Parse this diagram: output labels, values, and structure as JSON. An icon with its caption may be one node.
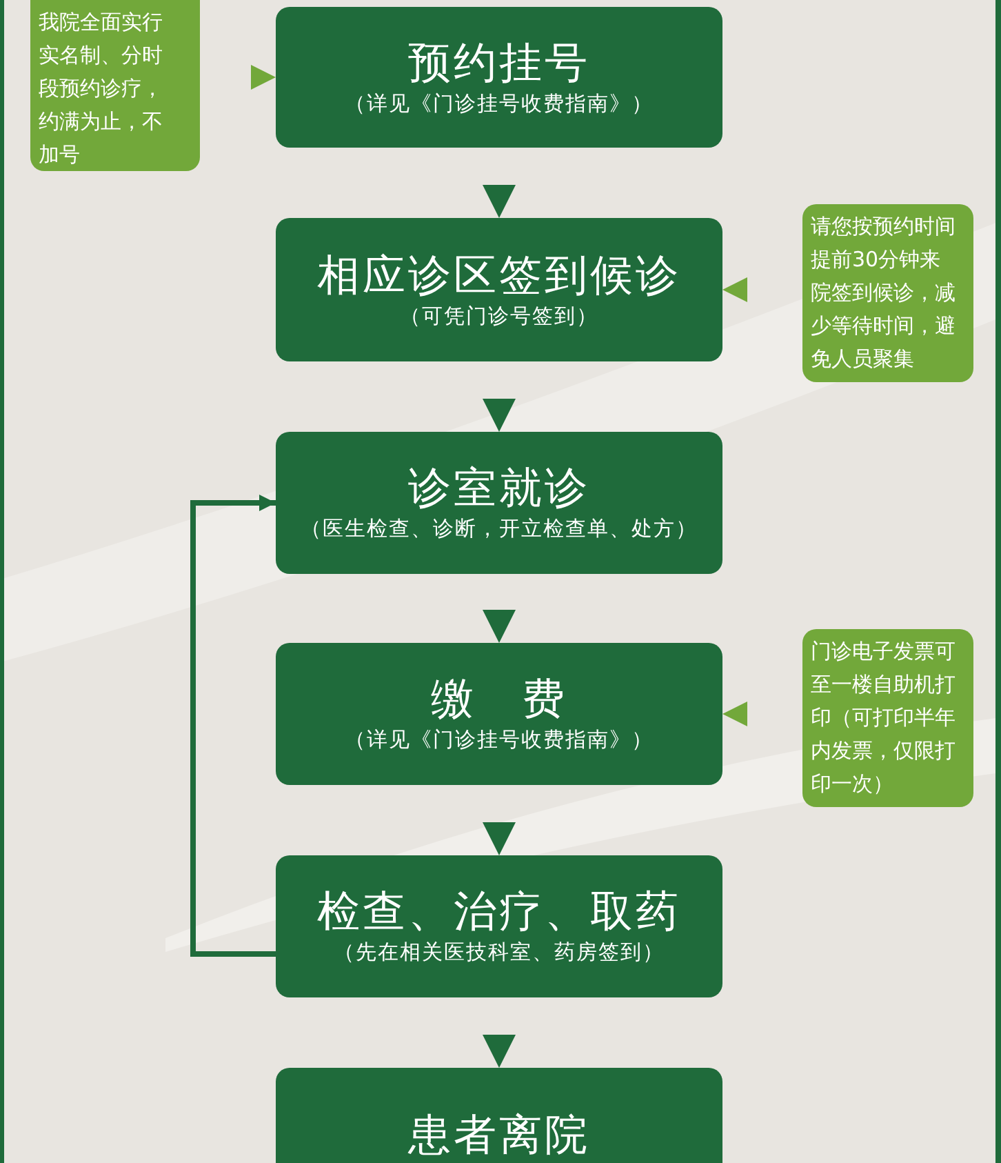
{
  "diagram": {
    "nodes": [
      {
        "text": [
          "我院全面实行实名制、分时段预约诊疗，约满为止，不加号"
        ]
      },
      {
        "text": [
          "预约挂号",
          "（详见《门诊挂号收费指南》）"
        ]
      },
      {
        "text": [
          "相应诊区签到候诊",
          "（可凭门诊号签到）"
        ]
      },
      {
        "text": [
          "请您按预约时间提前30分钟来院签到候诊，减少等待时间，避免人员聚集"
        ]
      },
      {
        "text": [
          "诊室就诊",
          "（医生检查、诊断，开立检查单、处方）"
        ]
      },
      {
        "text": [
          "缴　费",
          "（详见《门诊挂号收费指南》）"
        ]
      },
      {
        "text": [
          "门诊电子发票可至一楼自助机打印（可打印半年内发票，仅限打印一次）"
        ]
      },
      {
        "text": [
          "检查、治疗、取药",
          "（先在相关医技科室、药房签到）"
        ]
      },
      {
        "text": [
          "患者离院"
        ]
      }
    ],
    "edges": [
      {
        "from": 0,
        "to": 1,
        "arrow": "to"
      },
      {
        "from": 1,
        "to": 2,
        "arrow": "to"
      },
      {
        "from": 3,
        "to": 2,
        "arrow": "to"
      },
      {
        "from": 2,
        "to": 4,
        "arrow": "to"
      },
      {
        "from": 4,
        "to": 5,
        "arrow": "to"
      },
      {
        "from": 6,
        "to": 5,
        "arrow": "to"
      },
      {
        "from": 5,
        "to": 7,
        "arrow": "to"
      },
      {
        "from": 7,
        "to": 8,
        "arrow": "to"
      },
      {
        "from": 7,
        "to": 4,
        "arrow": "to",
        "style": "thick",
        "color": "#1f6b3b"
      }
    ]
  }
}
